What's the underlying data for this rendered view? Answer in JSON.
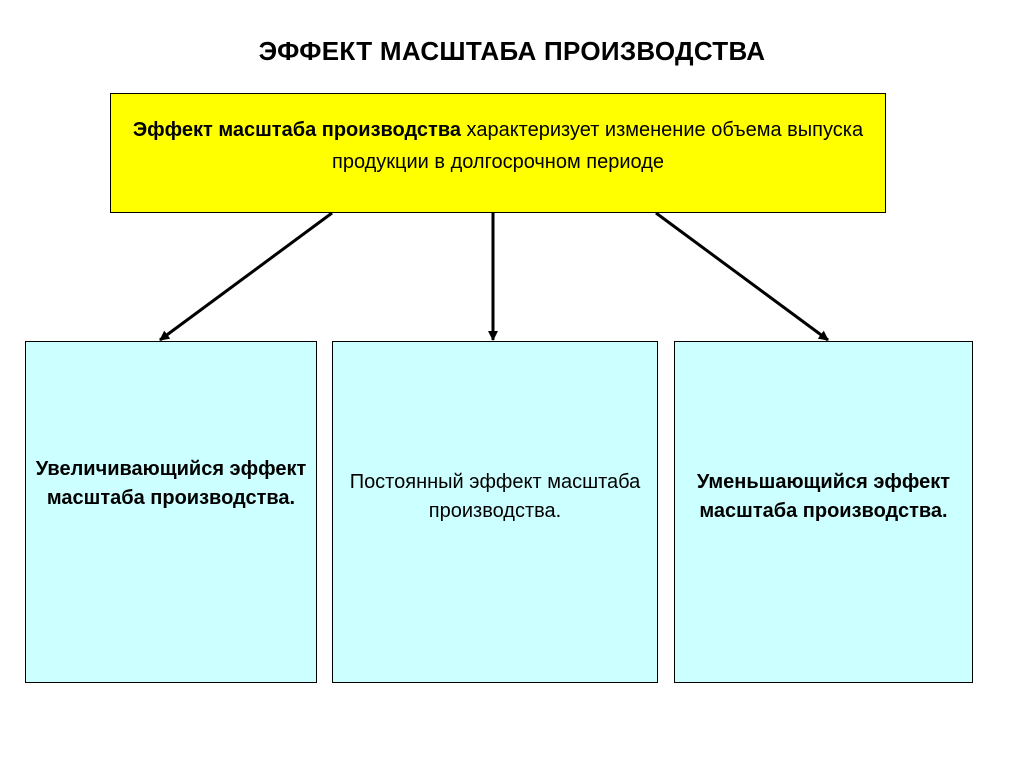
{
  "title": "ЭФФЕКТ МАСШТАБА ПРОИЗВОДСТВА",
  "definition": {
    "term": "Эффект масштаба производства",
    "rest": " характеризует изменение объема выпуска продукции в долгосрочном периоде"
  },
  "boxes": [
    {
      "label": "Увеличивающийся эффект масштаба производства."
    },
    {
      "label": "Постоянный эффект масштаба производства."
    },
    {
      "label": "Уменьшающийся эффект масштаба производства."
    }
  ],
  "colors": {
    "definition_box": "#ffff00",
    "child_box": "#ccffff",
    "border": "#000000"
  }
}
